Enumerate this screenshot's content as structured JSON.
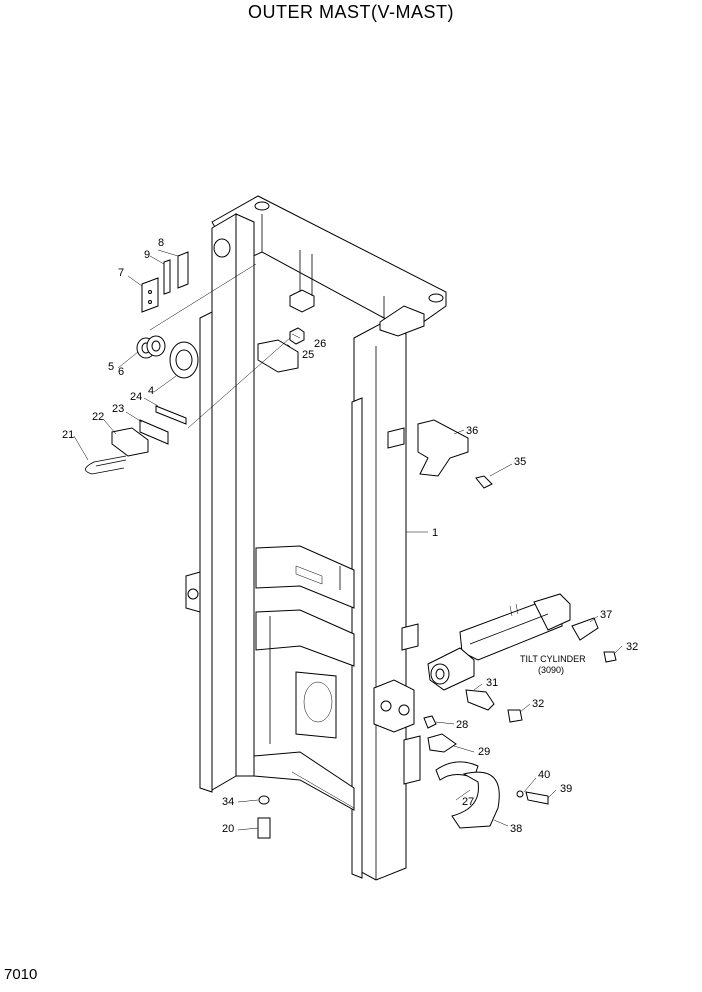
{
  "title": "OUTER MAST(V-MAST)",
  "page_number": "7010",
  "note": {
    "line1": "TILT CYLINDER",
    "line2": "(3090)"
  },
  "callouts": [
    "1",
    "4",
    "5",
    "6",
    "7",
    "8",
    "9",
    "20",
    "21",
    "22",
    "23",
    "24",
    "25",
    "26",
    "27",
    "28",
    "29",
    "31",
    "32",
    "32",
    "34",
    "35",
    "36",
    "37",
    "38",
    "39",
    "40"
  ]
}
